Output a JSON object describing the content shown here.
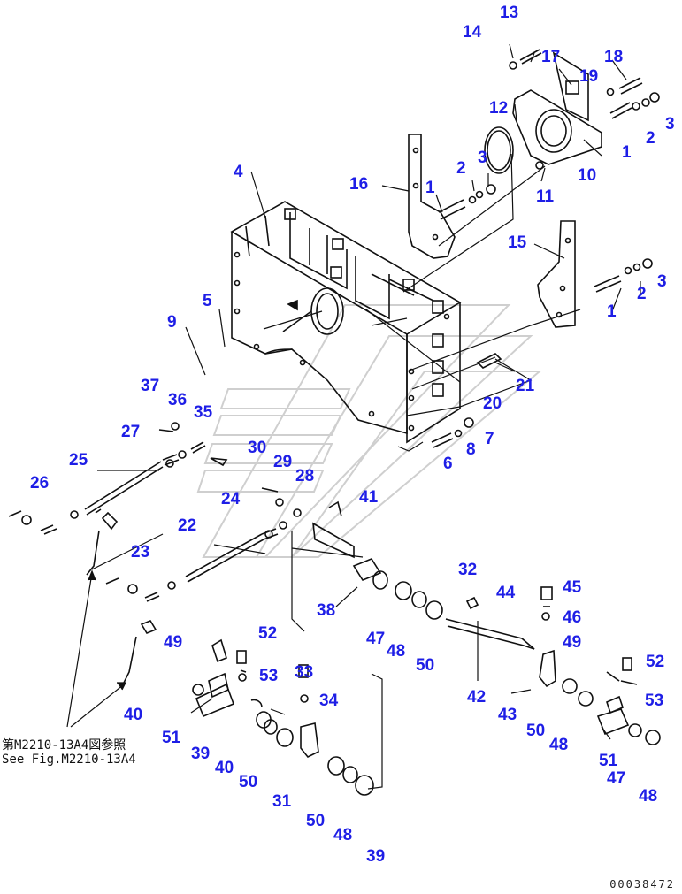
{
  "reference": {
    "japanese": "第M2210-13A4図参照",
    "english": "See Fig.M2210-13A4"
  },
  "drawing_code": "00038472",
  "callouts": [
    {
      "id": "c13",
      "text": "13"
    },
    {
      "id": "c14",
      "text": "14"
    },
    {
      "id": "c17",
      "text": "17"
    },
    {
      "id": "c18",
      "text": "18"
    },
    {
      "id": "c19",
      "text": "19"
    },
    {
      "id": "c3a",
      "text": "3"
    },
    {
      "id": "c12",
      "text": "12"
    },
    {
      "id": "c2a",
      "text": "2"
    },
    {
      "id": "c1a",
      "text": "1"
    },
    {
      "id": "c10",
      "text": "10"
    },
    {
      "id": "c4",
      "text": "4"
    },
    {
      "id": "c16",
      "text": "16"
    },
    {
      "id": "c1b",
      "text": "1"
    },
    {
      "id": "c2b",
      "text": "2"
    },
    {
      "id": "c3b",
      "text": "3"
    },
    {
      "id": "c11",
      "text": "11"
    },
    {
      "id": "c15",
      "text": "15"
    },
    {
      "id": "c2c",
      "text": "2"
    },
    {
      "id": "c3c",
      "text": "3"
    },
    {
      "id": "c1c",
      "text": "1"
    },
    {
      "id": "c5",
      "text": "5"
    },
    {
      "id": "c9",
      "text": "9"
    },
    {
      "id": "c21",
      "text": "21"
    },
    {
      "id": "c37",
      "text": "37"
    },
    {
      "id": "c36",
      "text": "36"
    },
    {
      "id": "c35",
      "text": "35"
    },
    {
      "id": "c20",
      "text": "20"
    },
    {
      "id": "c27",
      "text": "27"
    },
    {
      "id": "c7",
      "text": "7"
    },
    {
      "id": "c8",
      "text": "8"
    },
    {
      "id": "c25",
      "text": "25"
    },
    {
      "id": "c30",
      "text": "30"
    },
    {
      "id": "c6",
      "text": "6"
    },
    {
      "id": "c29",
      "text": "29"
    },
    {
      "id": "c28",
      "text": "28"
    },
    {
      "id": "c26",
      "text": "26"
    },
    {
      "id": "c24",
      "text": "24"
    },
    {
      "id": "c41",
      "text": "41"
    },
    {
      "id": "c22",
      "text": "22"
    },
    {
      "id": "c32",
      "text": "32"
    },
    {
      "id": "c23",
      "text": "23"
    },
    {
      "id": "c44",
      "text": "44"
    },
    {
      "id": "c45",
      "text": "45"
    },
    {
      "id": "c38",
      "text": "38"
    },
    {
      "id": "c46",
      "text": "46"
    },
    {
      "id": "c47a",
      "text": "47"
    },
    {
      "id": "c48a",
      "text": "48"
    },
    {
      "id": "c50a",
      "text": "50"
    },
    {
      "id": "c49a",
      "text": "49"
    },
    {
      "id": "c52a",
      "text": "52"
    },
    {
      "id": "c49b",
      "text": "49"
    },
    {
      "id": "c52b",
      "text": "52"
    },
    {
      "id": "c33",
      "text": "33"
    },
    {
      "id": "c53a",
      "text": "53"
    },
    {
      "id": "c42",
      "text": "42"
    },
    {
      "id": "c34",
      "text": "34"
    },
    {
      "id": "c40a",
      "text": "40"
    },
    {
      "id": "c43",
      "text": "43"
    },
    {
      "id": "c53b",
      "text": "53"
    },
    {
      "id": "c51a",
      "text": "51"
    },
    {
      "id": "c50b",
      "text": "50"
    },
    {
      "id": "c48b",
      "text": "48"
    },
    {
      "id": "c39a",
      "text": "39"
    },
    {
      "id": "c40b",
      "text": "40"
    },
    {
      "id": "c51b",
      "text": "51"
    },
    {
      "id": "c50c",
      "text": "50"
    },
    {
      "id": "c47b",
      "text": "47"
    },
    {
      "id": "c31",
      "text": "31"
    },
    {
      "id": "c48c",
      "text": "48"
    },
    {
      "id": "c50d",
      "text": "50"
    },
    {
      "id": "c48d",
      "text": "48"
    },
    {
      "id": "c39b",
      "text": "39"
    }
  ]
}
